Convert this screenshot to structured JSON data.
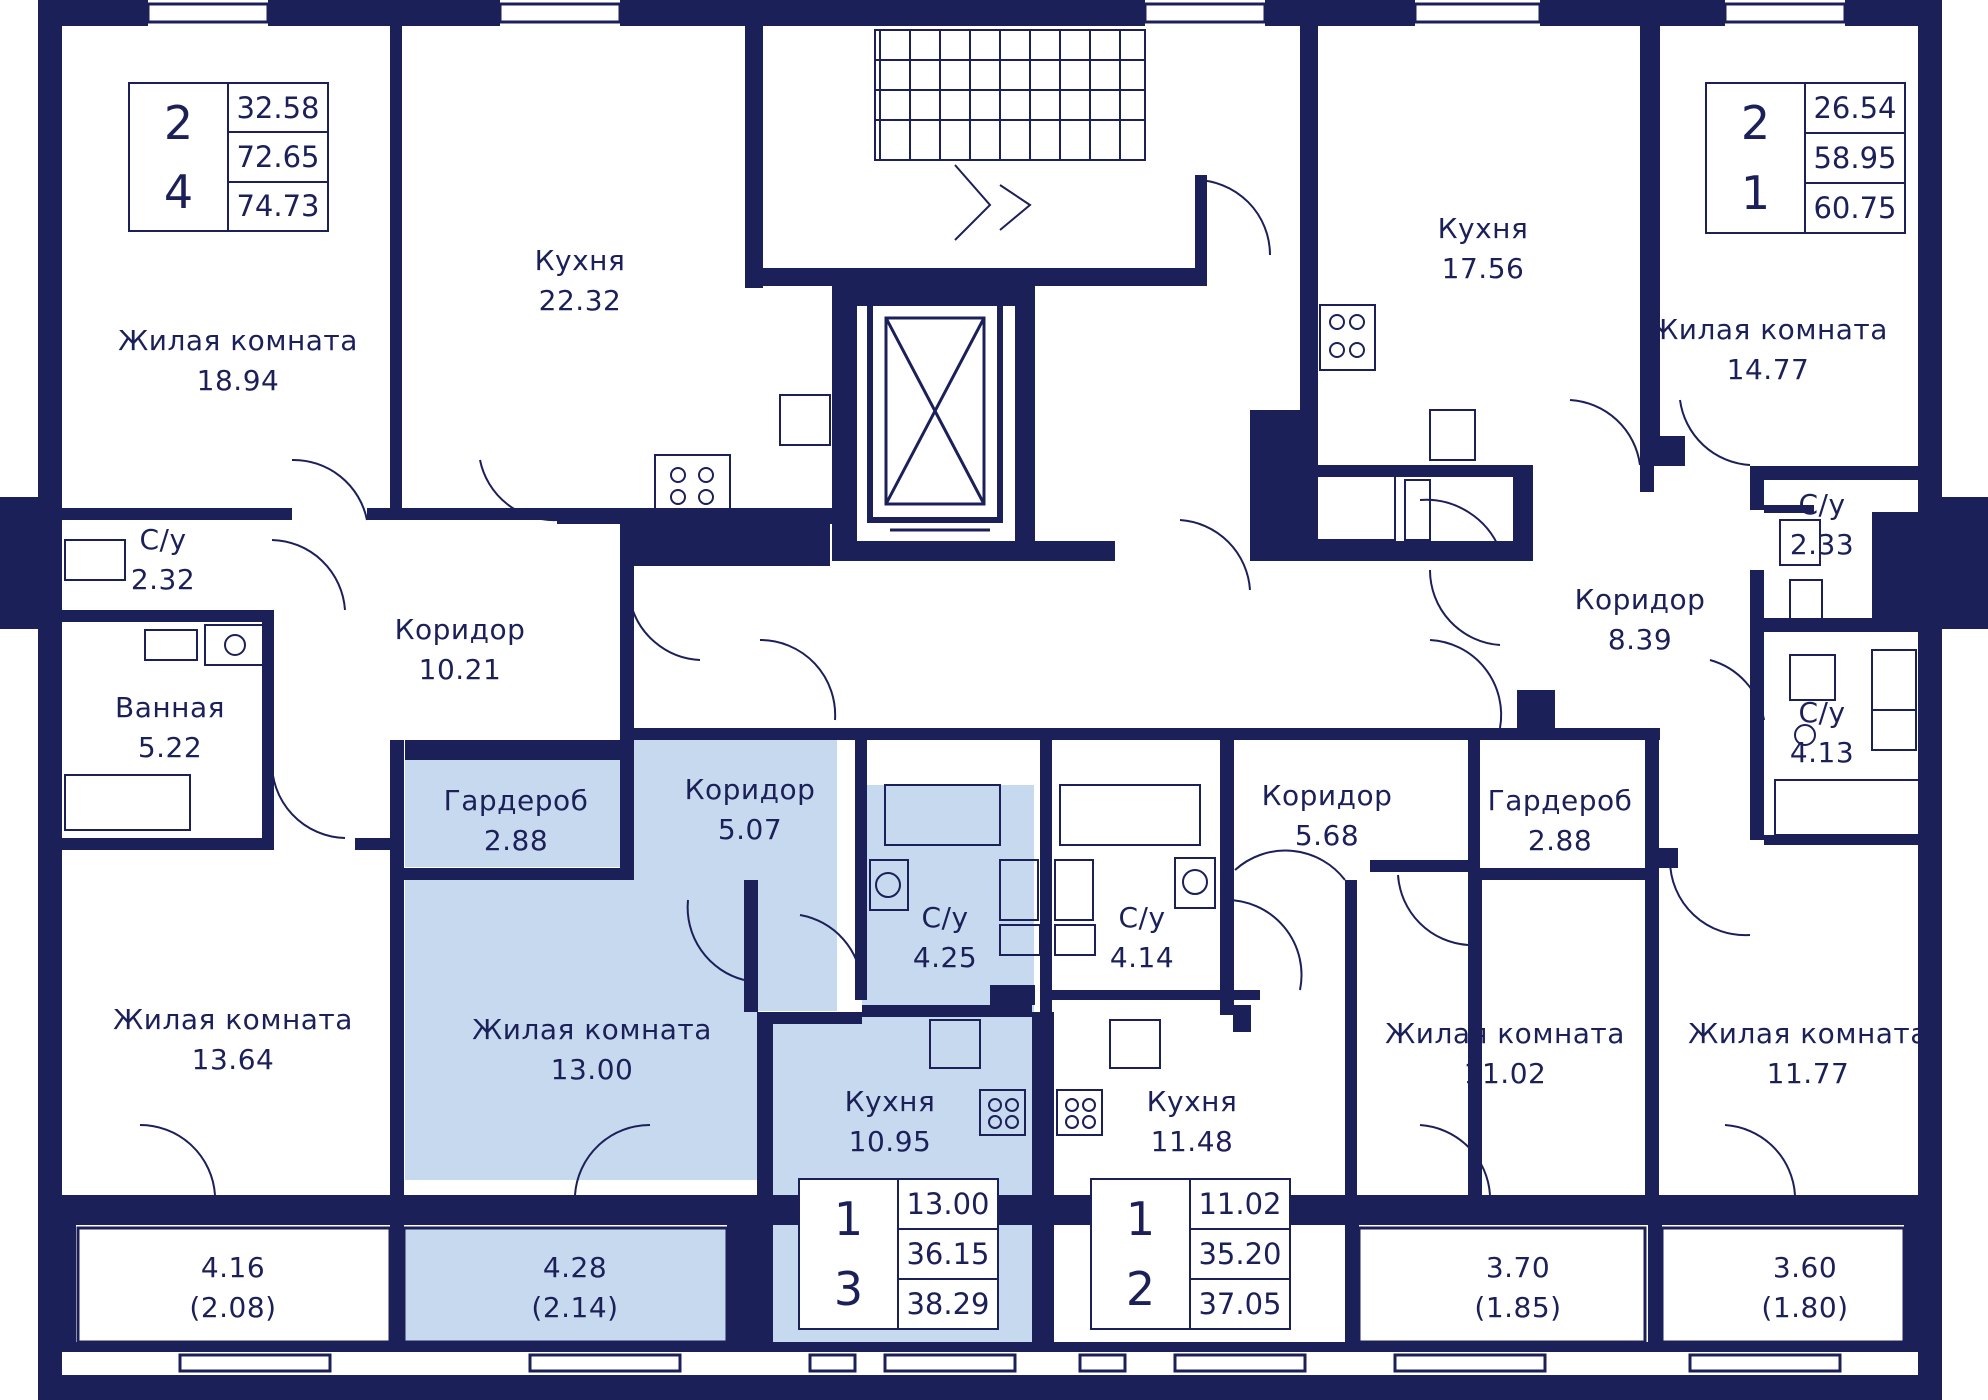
{
  "colors": {
    "wall": "#1c2059",
    "highlight": "#c6d9ee",
    "text": "#1c2059"
  },
  "apartments": [
    {
      "id": "apt-2-4",
      "rooms": "2",
      "number": "4",
      "living_area": "32.58",
      "total_area": "72.65",
      "total_with_balcony": "74.73"
    },
    {
      "id": "apt-2-1",
      "rooms": "2",
      "number": "1",
      "living_area": "26.54",
      "total_area": "58.95",
      "total_with_balcony": "60.75"
    },
    {
      "id": "apt-1-3",
      "rooms": "1",
      "number": "3",
      "living_area": "13.00",
      "total_area": "36.15",
      "total_with_balcony": "38.29",
      "highlighted": true
    },
    {
      "id": "apt-1-2",
      "rooms": "1",
      "number": "2",
      "living_area": "11.02",
      "total_area": "35.20",
      "total_with_balcony": "37.05"
    }
  ],
  "rooms": {
    "living_tl": {
      "name": "Жилая комната",
      "area": "18.94"
    },
    "kitchen_tl": {
      "name": "Кухня",
      "area": "22.32"
    },
    "bath_small_l": {
      "name": "С/у",
      "area": "2.32"
    },
    "bathroom_l": {
      "name": "Ванная",
      "area": "5.22"
    },
    "corridor_l": {
      "name": "Коридор",
      "area": "10.21"
    },
    "wardrobe_l": {
      "name": "Гардероб",
      "area": "2.88"
    },
    "corridor_c": {
      "name": "Коридор",
      "area": "5.07"
    },
    "living_bl": {
      "name": "Жилая комната",
      "area": "13.64"
    },
    "living_blh": {
      "name": "Жилая комната",
      "area": "13.00"
    },
    "bath_c1": {
      "name": "С/у",
      "area": "4.25"
    },
    "bath_c2": {
      "name": "С/у",
      "area": "4.14"
    },
    "kitchen_c1": {
      "name": "Кухня",
      "area": "10.95"
    },
    "kitchen_c2": {
      "name": "Кухня",
      "area": "11.48"
    },
    "kitchen_tr": {
      "name": "Кухня",
      "area": "17.56"
    },
    "living_tr": {
      "name": "Жилая комната",
      "area": "14.77"
    },
    "bath_tr": {
      "name": "С/у",
      "area": "2.33"
    },
    "corridor_r": {
      "name": "Коридор",
      "area": "8.39"
    },
    "bath_r": {
      "name": "С/у",
      "area": "4.13"
    },
    "corridor_cr": {
      "name": "Коридор",
      "area": "5.68"
    },
    "wardrobe_r": {
      "name": "Гардероб",
      "area": "2.88"
    },
    "living_br1": {
      "name": "Жилая комната",
      "area": "11.02"
    },
    "living_br2": {
      "name": "Жилая комната",
      "area": "11.77"
    }
  },
  "balconies": {
    "b1": {
      "area": "4.16",
      "reduced": "(2.08)"
    },
    "b2": {
      "area": "4.28",
      "reduced": "(2.14)"
    },
    "b3": {
      "area": "3.70",
      "reduced": "(1.85)"
    },
    "b4": {
      "area": "3.60",
      "reduced": "(1.80)"
    }
  }
}
